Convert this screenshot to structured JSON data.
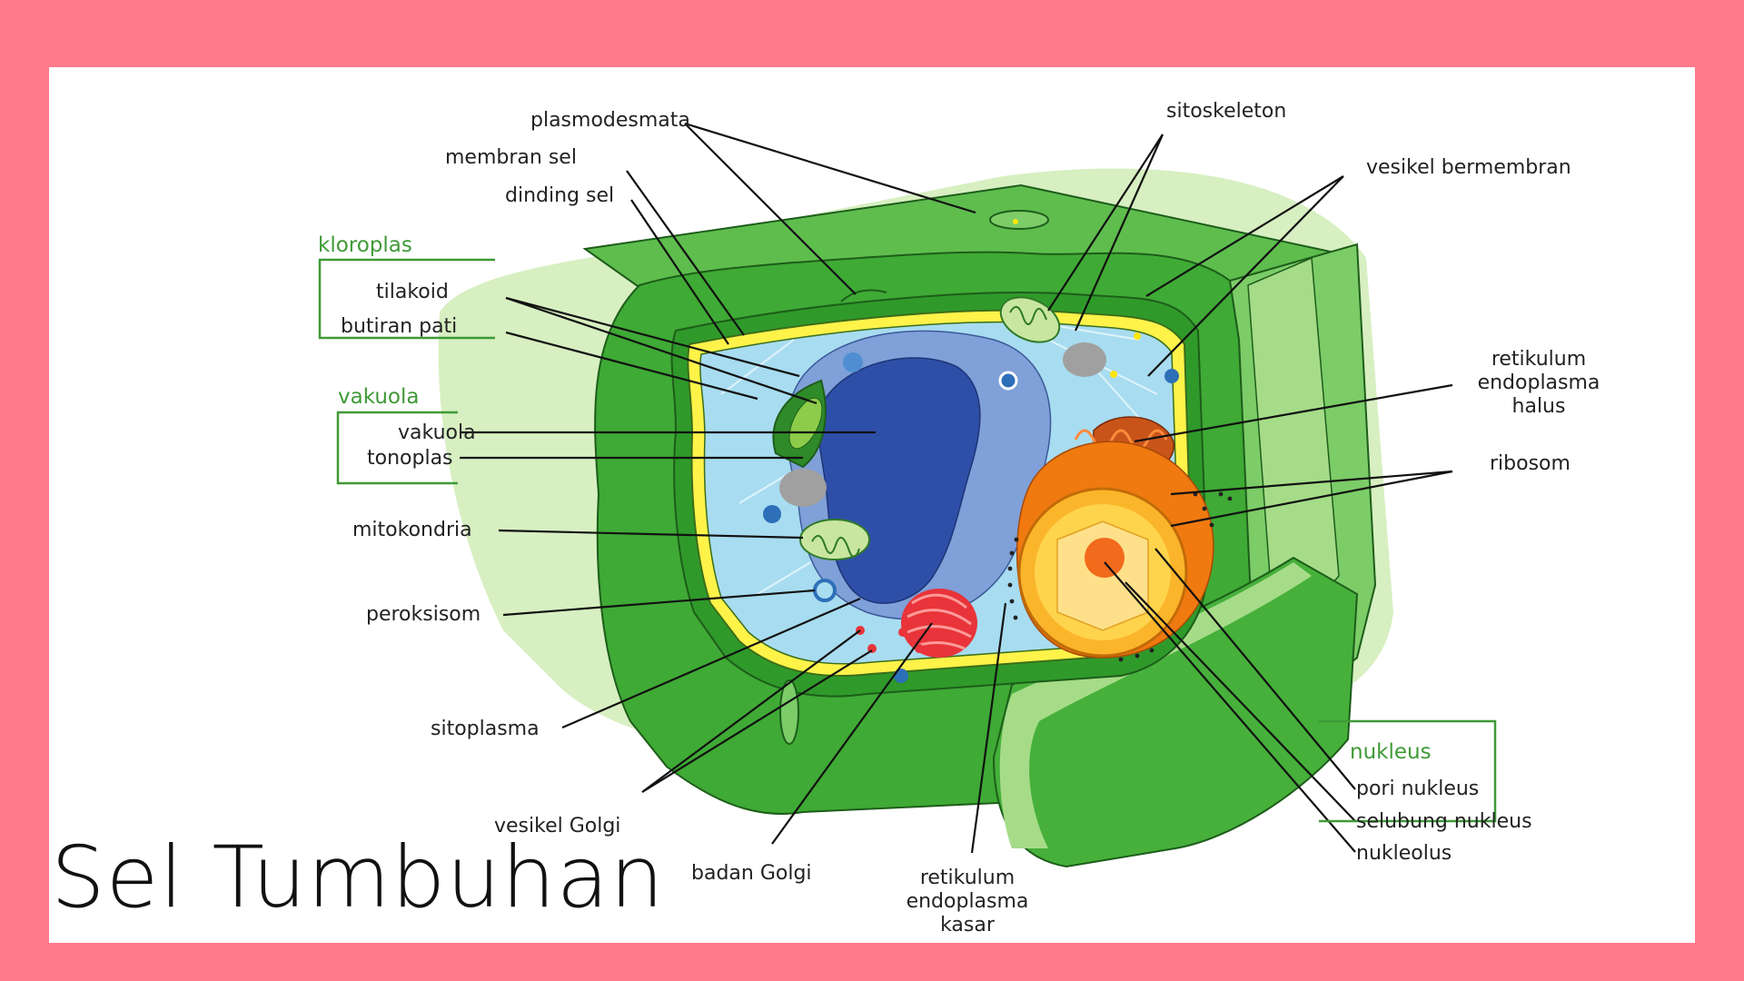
{
  "title": "Sel Tumbuhan",
  "colors": {
    "frame": "#ff7b8c",
    "card": "#ffffff",
    "label_text": "#222222",
    "group_text": "#3f9a37",
    "cell_wall": "#52b646",
    "cell_wall_light": "#cfeaaf",
    "membrane": "#ffe600",
    "cytoplasm": "#a8dcf0",
    "vacuole": "#2e4fa8",
    "nucleus": "#f8a21a"
  },
  "labels": {
    "plasmodesmata": "plasmodesmata",
    "membran_sel": "membran sel",
    "dinding_sel": "dinding sel",
    "sitoskeleton": "sitoskeleton",
    "vesikel_bermembran": "vesikel bermembran",
    "kloroplas_group": "kloroplas",
    "tilakoid": "tilakoid",
    "butiran_pati": "butiran pati",
    "vakuola_group": "vakuola",
    "vakuola": "vakuola",
    "tonoplas": "tonoplas",
    "mitokondria": "mitokondria",
    "peroksisom": "peroksisom",
    "sitoplasma": "sitoplasma",
    "vesikel_golgi": "vesikel Golgi",
    "badan_golgi": "badan Golgi",
    "rek_1": "retikulum",
    "rek_2": "endoplasma",
    "rek_3": "kasar",
    "reh_1": "retikulum",
    "reh_2": "endoplasma",
    "reh_3": "halus",
    "ribosom": "ribosom",
    "nukleus_group": "nukleus",
    "pori_nukleus": "pori nukleus",
    "selubung_nukleus": "selubung nukleus",
    "nukleolus": "nukleolus"
  }
}
